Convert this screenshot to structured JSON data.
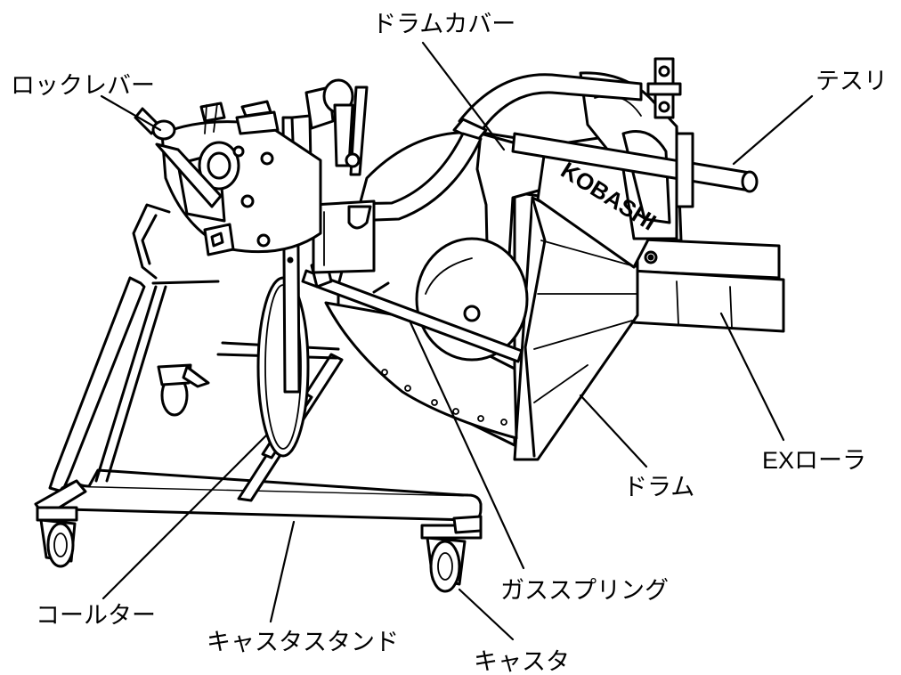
{
  "labels": {
    "lock_lever": "ロックレバー",
    "drum_cover": "ドラムカバー",
    "handrail": "テスリ",
    "ex_roller": "EXローラ",
    "drum": "ドラム",
    "gas_spring": "ガススプリング",
    "coulter": "コールター",
    "caster_stand": "キャスタスタンド",
    "caster": "キャスタ"
  },
  "logo": {
    "text": "KOBASHI"
  },
  "colors": {
    "line": "#000000",
    "fill": "#ffffff"
  }
}
